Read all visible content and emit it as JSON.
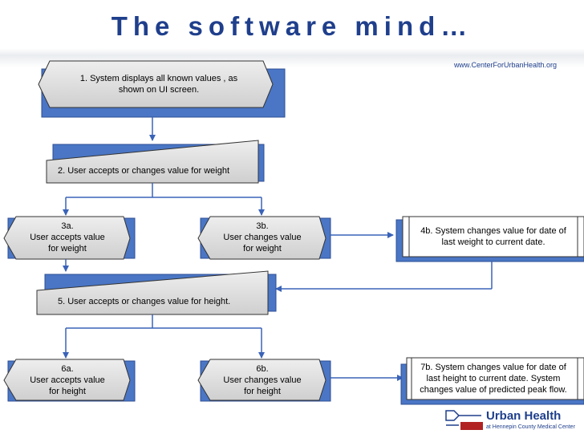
{
  "header": {
    "title": "The software mind…",
    "url": "www.CenterForUrbanHealth.org"
  },
  "steps": {
    "s1": [
      "1.  System displays all known values , as",
      "shown on UI screen."
    ],
    "s2": "2.  User accepts or changes value for weight",
    "s3a": [
      "3a.",
      "User accepts value",
      "for weight"
    ],
    "s3b": [
      "3b.",
      "User changes value",
      "for weight"
    ],
    "s4b": [
      "4b.  System changes value for date of",
      "last weight to current date."
    ],
    "s5": "5.  User accepts or changes value for height.",
    "s6a": [
      "6a.",
      "User accepts value",
      "for height"
    ],
    "s6b": [
      "6b.",
      "User changes value",
      "for height"
    ],
    "s7b": [
      "7b.  System changes value for date of",
      "last height to current date.  System",
      "changes value of predicted peak flow."
    ]
  },
  "logo": {
    "main": "Urban Health",
    "sub": "at Hennepin County Medical Center"
  },
  "colors": {
    "title": "#1f3f8c",
    "panel": "#4a76c5",
    "panel_border": "#2f4f95",
    "shape_fill": "#d9d9d9",
    "connector": "#3a63b8"
  }
}
